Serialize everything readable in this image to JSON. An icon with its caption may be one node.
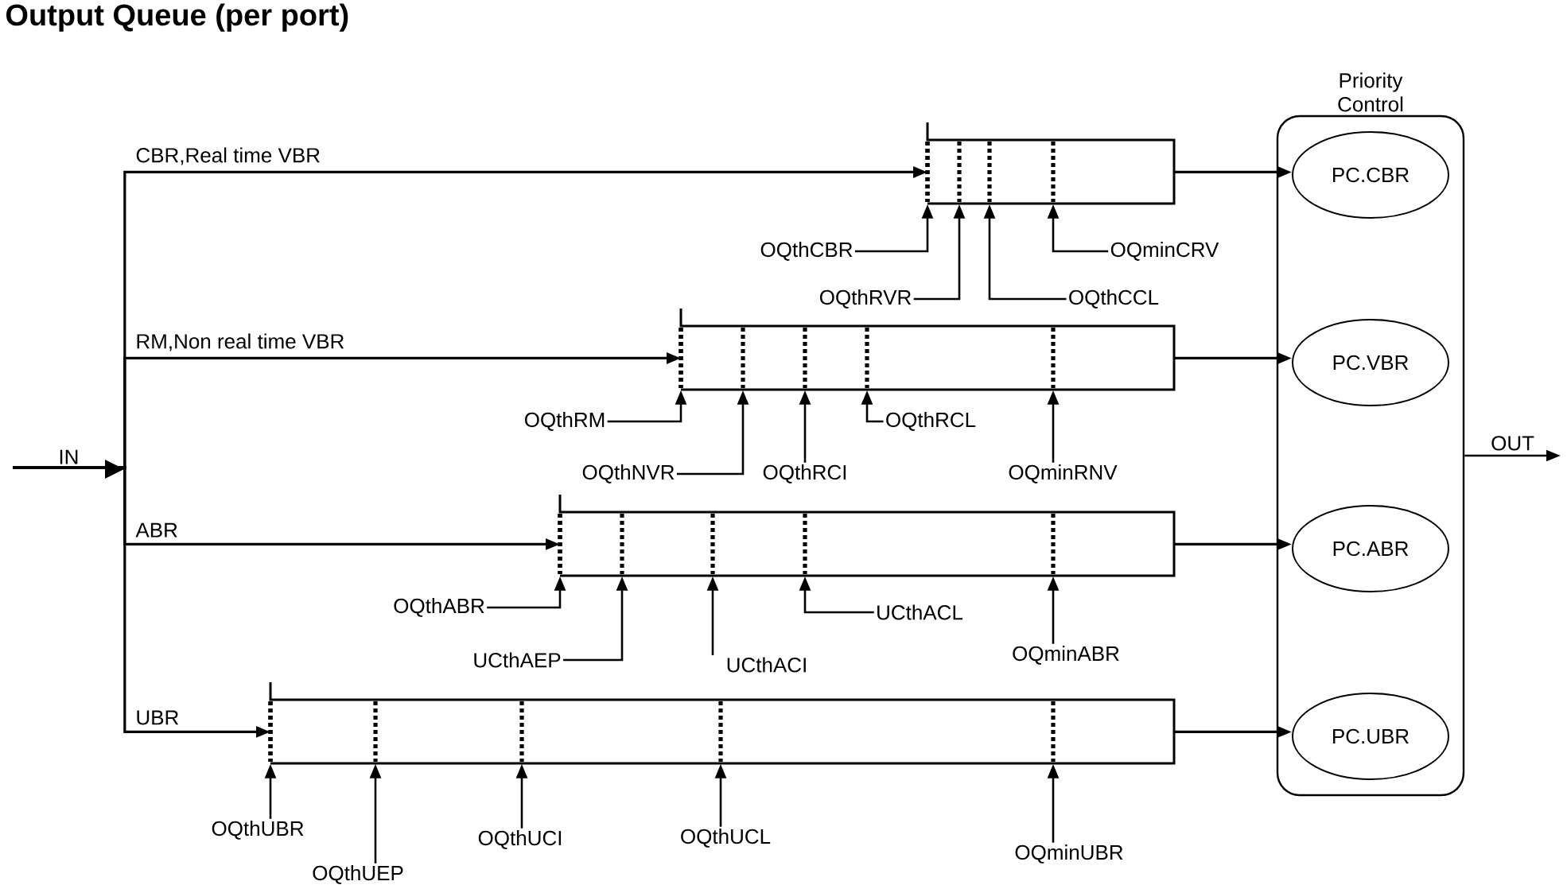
{
  "diagram": {
    "title": "Output Queue (per port)",
    "nodes": [
      {
        "text": [
          "IN"
        ]
      },
      {
        "text": [],
        "shape": "box"
      },
      {
        "text": [],
        "shape": "box"
      },
      {
        "text": [],
        "shape": "box"
      },
      {
        "text": [],
        "shape": "box"
      },
      {
        "text": [
          "Priority Control"
        ]
      },
      {
        "text": [
          "PC.CBR"
        ],
        "in": 5
      },
      {
        "text": [
          "PC.VBR"
        ],
        "in": 5
      },
      {
        "text": [
          "PC.ABR"
        ],
        "in": 5
      },
      {
        "text": [
          "PC.UBR"
        ],
        "in": 5
      },
      {
        "text": [
          "OQthCBR"
        ]
      },
      {
        "text": [
          "OQthRVR"
        ]
      },
      {
        "text": [
          "OQthCCL"
        ]
      },
      {
        "text": [
          "OQminCRV"
        ]
      },
      {
        "text": [
          "OQthRM"
        ]
      },
      {
        "text": [
          "OQthNVR"
        ]
      },
      {
        "text": [
          "OQthRCI"
        ]
      },
      {
        "text": [
          "OQthRCL"
        ]
      },
      {
        "text": [
          "OQminRNV"
        ]
      },
      {
        "text": [
          "OQthABR"
        ]
      },
      {
        "text": [
          "UCthAEP"
        ]
      },
      {
        "text": [
          "UCthACI"
        ]
      },
      {
        "text": [
          "UCthACL"
        ]
      },
      {
        "text": [
          "OQminABR"
        ]
      },
      {
        "text": [
          "OQthUBR"
        ]
      },
      {
        "text": [
          "OQthUEP"
        ]
      },
      {
        "text": [
          "OQthUCI"
        ]
      },
      {
        "text": [
          "OQthUCL"
        ]
      },
      {
        "text": [
          "OQminUBR"
        ]
      }
    ],
    "edges": [
      {
        "from": 0,
        "to": 1,
        "arrow": "to",
        "label": "CBR,Real time VBR"
      },
      {
        "from": 0,
        "to": 2,
        "arrow": "to",
        "label": "RM,Non real time VBR"
      },
      {
        "from": 0,
        "to": 3,
        "arrow": "to",
        "label": "ABR"
      },
      {
        "from": 0,
        "to": 4,
        "arrow": "to",
        "label": "UBR"
      },
      {
        "from": 1,
        "to": 6,
        "arrow": "to"
      },
      {
        "from": 2,
        "to": 7,
        "arrow": "to"
      },
      {
        "from": 3,
        "to": 8,
        "arrow": "to"
      },
      {
        "from": 4,
        "to": 9,
        "arrow": "to"
      },
      {
        "from": 5,
        "to": null,
        "arrow": "to",
        "label": "OUT"
      },
      {
        "from": 10,
        "to": 1,
        "arrow": "to"
      },
      {
        "from": 11,
        "to": 1,
        "arrow": "to"
      },
      {
        "from": 12,
        "to": 1,
        "arrow": "to"
      },
      {
        "from": 13,
        "to": 1,
        "arrow": "to"
      },
      {
        "from": 14,
        "to": 2,
        "arrow": "to"
      },
      {
        "from": 15,
        "to": 2,
        "arrow": "to"
      },
      {
        "from": 16,
        "to": 2,
        "arrow": "to"
      },
      {
        "from": 17,
        "to": 2,
        "arrow": "to"
      },
      {
        "from": 18,
        "to": 2,
        "arrow": "to"
      },
      {
        "from": 19,
        "to": 3,
        "arrow": "to"
      },
      {
        "from": 20,
        "to": 3,
        "arrow": "to"
      },
      {
        "from": 21,
        "to": 3,
        "arrow": "to"
      },
      {
        "from": 22,
        "to": 3,
        "arrow": "to"
      },
      {
        "from": 23,
        "to": 3,
        "arrow": "to"
      },
      {
        "from": 24,
        "to": 4,
        "arrow": "to"
      },
      {
        "from": 25,
        "to": 4,
        "arrow": "to"
      },
      {
        "from": 26,
        "to": 4,
        "arrow": "to"
      },
      {
        "from": 27,
        "to": 4,
        "arrow": "to"
      },
      {
        "from": 28,
        "to": 4,
        "arrow": "to"
      }
    ]
  }
}
